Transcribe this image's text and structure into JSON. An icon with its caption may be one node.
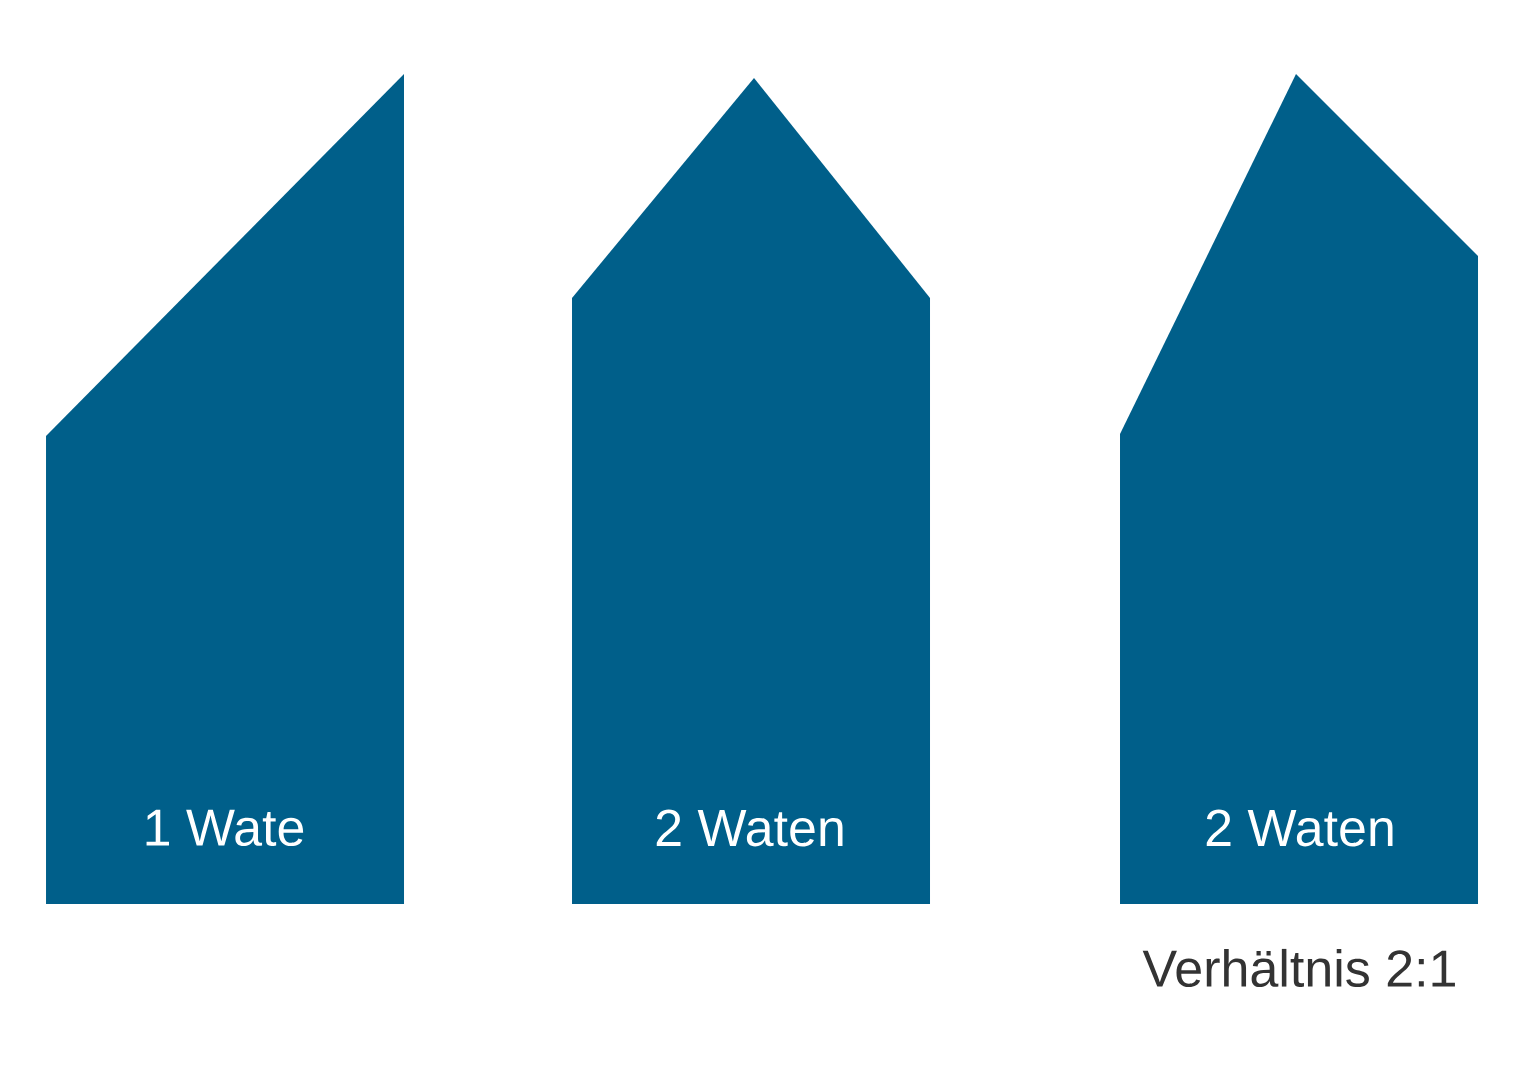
{
  "diagram": {
    "nodes": [
      {
        "text": [
          "1 Wate"
        ]
      },
      {
        "text": [
          "2 Waten"
        ]
      },
      {
        "text": [
          "2 Waten"
        ],
        "beside": [
          "Verhältnis 2:1"
        ]
      }
    ]
  }
}
